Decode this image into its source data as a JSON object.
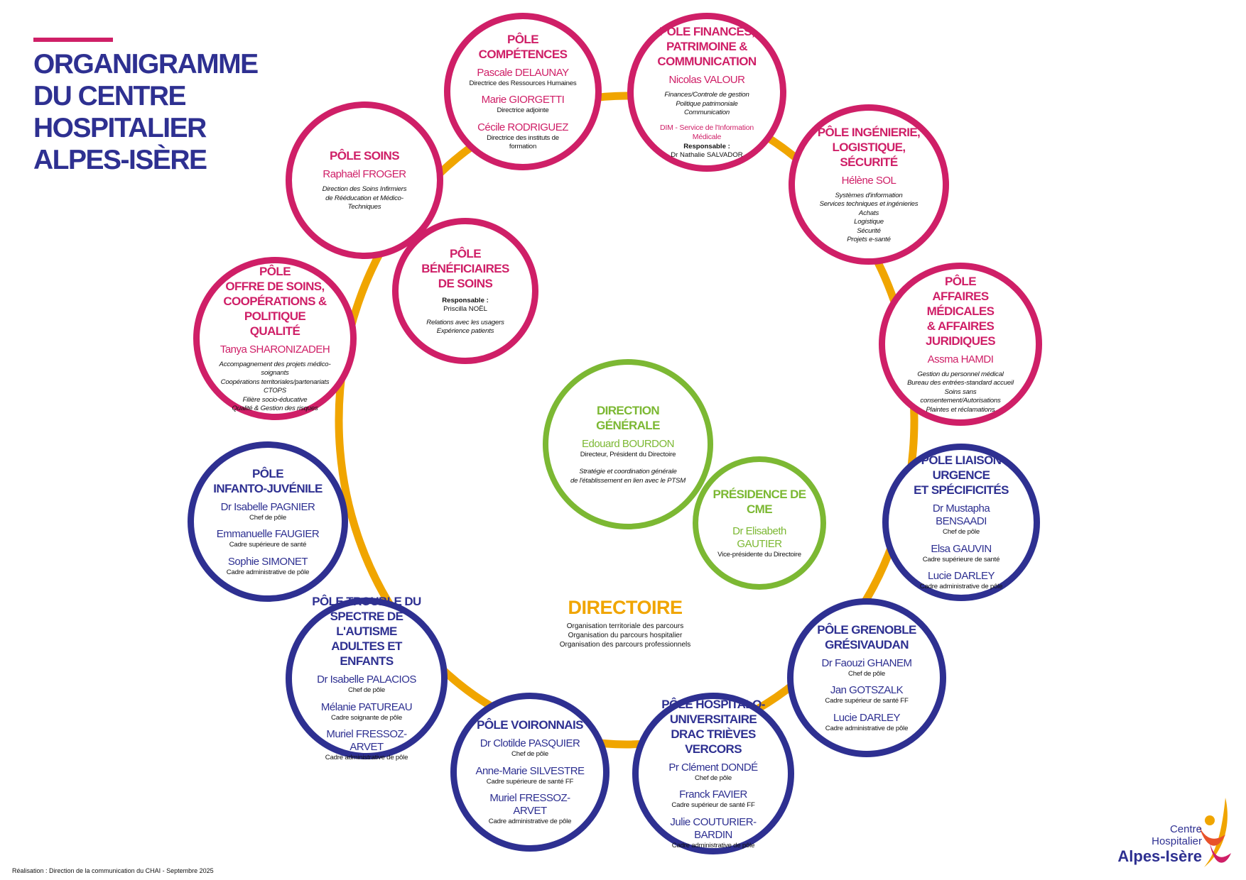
{
  "title": {
    "lines": [
      "ORGANIGRAMME",
      "DU CENTRE",
      "HOSPITALIER",
      "ALPES-ISÈRE"
    ]
  },
  "colors": {
    "pink": "#cf1f67",
    "navy": "#2e3091",
    "green": "#7cb833",
    "gold": "#f0a500"
  },
  "poles": {
    "competences": {
      "title": [
        "PÔLE",
        "COMPÉTENCES"
      ],
      "people": [
        {
          "name": "Pascale DELAUNAY",
          "role": "Directrice des Ressources Humaines"
        },
        {
          "name": "Marie GIORGETTI",
          "role": "Directrice adjointe"
        },
        {
          "name": "Cécile RODRIGUEZ",
          "role": "Directrice des instituts de formation"
        }
      ]
    },
    "finances": {
      "title": [
        "PÔLE FINANCES,",
        "PATRIMOINE &",
        "COMMUNICATION"
      ],
      "name": "Nicolas VALOUR",
      "items": [
        "Finances/Controle de gestion",
        "Politique patrimoniale",
        "Communication"
      ],
      "dim_title": "DIM - Service de l'Information Médicale",
      "resp_label": "Responsable :",
      "resp_name": "Dr Nathalie SALVADOR"
    },
    "ingenierie": {
      "title": [
        "PÔLE INGÉNIERIE,",
        "LOGISTIQUE, SÉCURITÉ"
      ],
      "name": "Hélène SOL",
      "items": [
        "Systèmes d'information",
        "Services techniques et ingénieries",
        "Achats",
        "Logistique",
        "Sécurité",
        "Projets e-santé"
      ]
    },
    "affaires": {
      "title": [
        "PÔLE",
        "AFFAIRES MÉDICALES",
        "& AFFAIRES JURIDIQUES"
      ],
      "name": "Assma HAMDI",
      "items": [
        "Gestion du personnel médical",
        "Bureau des entrées-standard accueil",
        "Soins sans consentement/Autorisations",
        "Plaintes et réclamations"
      ]
    },
    "soins": {
      "title": [
        "PÔLE SOINS"
      ],
      "name": "Raphaël FROGER",
      "items": [
        "Direction des Soins Infirmiers",
        "de Rééducation et Médico-Techniques"
      ]
    },
    "beneficiaires": {
      "title": [
        "PÔLE",
        "BÉNÉFICIAIRES",
        "DE SOINS"
      ],
      "resp_label": "Responsable :",
      "resp_name": "Priscilla NOËL",
      "items": [
        "Relations avec les usagers",
        "Expérience patients"
      ]
    },
    "offre": {
      "title": [
        "PÔLE",
        "OFFRE DE SOINS,",
        "COOPÉRATIONS &",
        "POLITIQUE QUALITÉ"
      ],
      "name": "Tanya SHARONIZADEH",
      "items": [
        "Accompagnement des projets médico-soignants",
        "Coopérations territoriales/partenariats",
        "CTOPS",
        "Filière socio-éducative",
        "Qualité & Gestion des risques"
      ]
    },
    "infanto": {
      "title": [
        "PÔLE",
        "INFANTO-JUVÉNILE"
      ],
      "people": [
        {
          "name": "Dr Isabelle PAGNIER",
          "role": "Chef de pôle"
        },
        {
          "name": "Emmanuelle FAUGIER",
          "role": "Cadre supérieure de santé"
        },
        {
          "name": "Sophie SIMONET",
          "role": "Cadre administrative de pôle"
        }
      ]
    },
    "autisme": {
      "title": [
        "PÔLE TROUBLE DU",
        "SPECTRE DE L'AUTISME",
        "ADULTES ET ENFANTS"
      ],
      "people": [
        {
          "name": "Dr Isabelle PALACIOS",
          "role": "Chef de pôle"
        },
        {
          "name": "Mélanie PATUREAU",
          "role": "Cadre soignante de pôle"
        },
        {
          "name": "Muriel FRESSOZ-ARVET",
          "role": "Cadre administrative de pôle"
        }
      ]
    },
    "voironnais": {
      "title": [
        "PÔLE VOIRONNAIS"
      ],
      "people": [
        {
          "name": "Dr Clotilde PASQUIER",
          "role": "Chef de pôle"
        },
        {
          "name": "Anne-Marie SILVESTRE",
          "role": "Cadre supérieure de santé FF"
        },
        {
          "name": "Muriel FRESSOZ-ARVET",
          "role": "Cadre administrative de pôle"
        }
      ]
    },
    "hospitalo": {
      "title": [
        "PÔLE HOSPITALO-",
        "UNIVERSITAIRE",
        "DRAC TRIÈVES VERCORS"
      ],
      "people": [
        {
          "name": "Pr Clément DONDÉ",
          "role": "Chef de pôle"
        },
        {
          "name": "Franck FAVIER",
          "role": "Cadre supérieur de santé FF"
        },
        {
          "name": "Julie COUTURIER-BARDIN",
          "role": "Cadre administrative de pôle"
        }
      ]
    },
    "grenoble": {
      "title": [
        "PÔLE GRENOBLE",
        "GRÉSIVAUDAN"
      ],
      "people": [
        {
          "name": "Dr Faouzi GHANEM",
          "role": "Chef de pôle"
        },
        {
          "name": "Jan GOTSZALK",
          "role": "Cadre supérieur de santé FF"
        },
        {
          "name": "Lucie DARLEY",
          "role": "Cadre administrative de pôle"
        }
      ]
    },
    "liaison": {
      "title": [
        "PÔLE LIAISON",
        "URGENCE",
        "ET SPÉCIFICITÉS"
      ],
      "people": [
        {
          "name": "Dr Mustapha BENSAADI",
          "role": "Chef de pôle"
        },
        {
          "name": "Elsa GAUVIN",
          "role": "Cadre supérieure de santé"
        },
        {
          "name": "Lucie DARLEY",
          "role": "Cadre administrative de pôle"
        }
      ]
    }
  },
  "direction": {
    "title": "DIRECTION GÉNÉRALE",
    "name": "Edouard BOURDON",
    "role": "Directeur, Président du Directoire",
    "items": [
      "Stratégie et coordination générale",
      "de l'établissement en lien avec le PTSM"
    ]
  },
  "cme": {
    "title": [
      "PRÉSIDENCE DE",
      "CME"
    ],
    "name": "Dr Elisabeth GAUTIER",
    "role": "Vice-présidente du Directoire"
  },
  "directoire": {
    "title": "DIRECTOIRE",
    "items": [
      "Organisation territoriale des parcours",
      "Organisation du parcours hospitalier",
      "Organisation des parcours professionnels"
    ]
  },
  "credit": "Réalisation : Direction de la communication du CHAI - Septembre 2025",
  "logo": {
    "line1": "Centre",
    "line2": "Hospitalier",
    "line3": "Alpes-Isère"
  }
}
